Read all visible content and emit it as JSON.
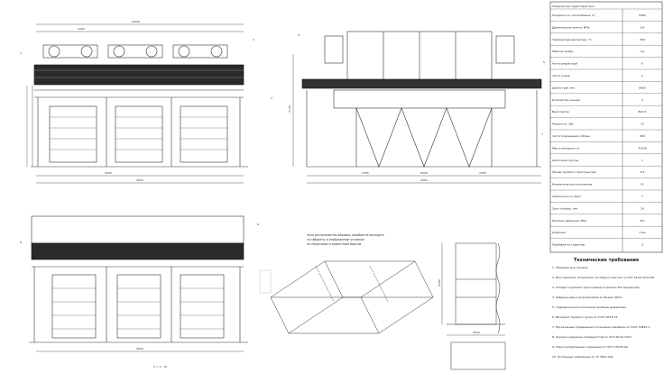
{
  "drawing": {
    "note_block": {
      "line1": "Зона расположения боковых коробов не выходить",
      "line2": "за габариты и изображение условное",
      "line3": "по сборочным и ремонтным бортам"
    },
    "tech_requirements": {
      "title": "Технические требования",
      "items": [
        "1. *Размеры для справок.",
        "2. Изготовление, испытание, поставка и монтаж по ОСТ 26-02-1015-85.",
        "3. Аппарат подлежит регистрации в органах Ростехнадзора.",
        "4. Сварные швы контролировать в объеме 100%.",
        "5. Гидравлическое испытание пробным давлением.",
        "6. Материал трубного пучка по ГОСТ 8733-74.",
        "7. Неуказанные предельные отклонения размеров по ГОСТ 30893.1.",
        "8. Окраска наружных поверхностей по ОСТ 26-02-1015.",
        "9. Транспортирование и хранение по ГОСТ 15150-69.",
        "10. Остальные требования по ТУ 3612-001."
      ]
    },
    "dimensions": {
      "front_top_overall": "14000",
      "front_seg": "3150",
      "front_bottom_1": "6000",
      "front_bottom_2": "9000",
      "side_overall": "9264",
      "side_inner": "6000",
      "side_left": "2765",
      "side_right": "2765",
      "side_height": "7100",
      "plan_bottom": "9000",
      "detail_w": "2500",
      "detail_h": "2780"
    },
    "spec_table": {
      "header": "Техническая характеристика",
      "rows": [
        [
          "Поверхность теплообмена, м²",
          "5560"
        ],
        [
          "Давление расчетное, МПа",
          "6,4"
        ],
        [
          "Температура расчетная, °С",
          "300"
        ],
        [
          "Рабочая среда",
          "газ"
        ],
        [
          "Число рядов труб",
          "6"
        ],
        [
          "Число ходов",
          "2"
        ],
        [
          "Длина труб, мм",
          "8000"
        ],
        [
          "Количество секций",
          "3"
        ],
        [
          "Вентилятор",
          "ВАТ-5"
        ],
        [
          "Мощность, кВт",
          "37"
        ],
        [
          "Частота вращения, об/мин",
          "500"
        ],
        [
          "Масса аппарата, кг",
          "41500"
        ],
        [
          "Категория группы",
          "1"
        ],
        [
          "Объём трубного пространства",
          "5,2"
        ],
        [
          "Климатическое исполнение",
          "У1"
        ],
        [
          "Сейсмичность, балл",
          "7"
        ],
        [
          "Срок службы, лет",
          "20"
        ],
        [
          "Пробное давление, МПа",
          "8,0"
        ],
        [
          "Коррозия",
          "3 мм"
        ],
        [
          "Прибавка на коррозию",
          "3"
        ]
      ]
    },
    "footer_mark": "А = 1 : 10",
    "callouts": [
      "1",
      "2",
      "3",
      "4",
      "5",
      "6",
      "7",
      "8"
    ]
  }
}
